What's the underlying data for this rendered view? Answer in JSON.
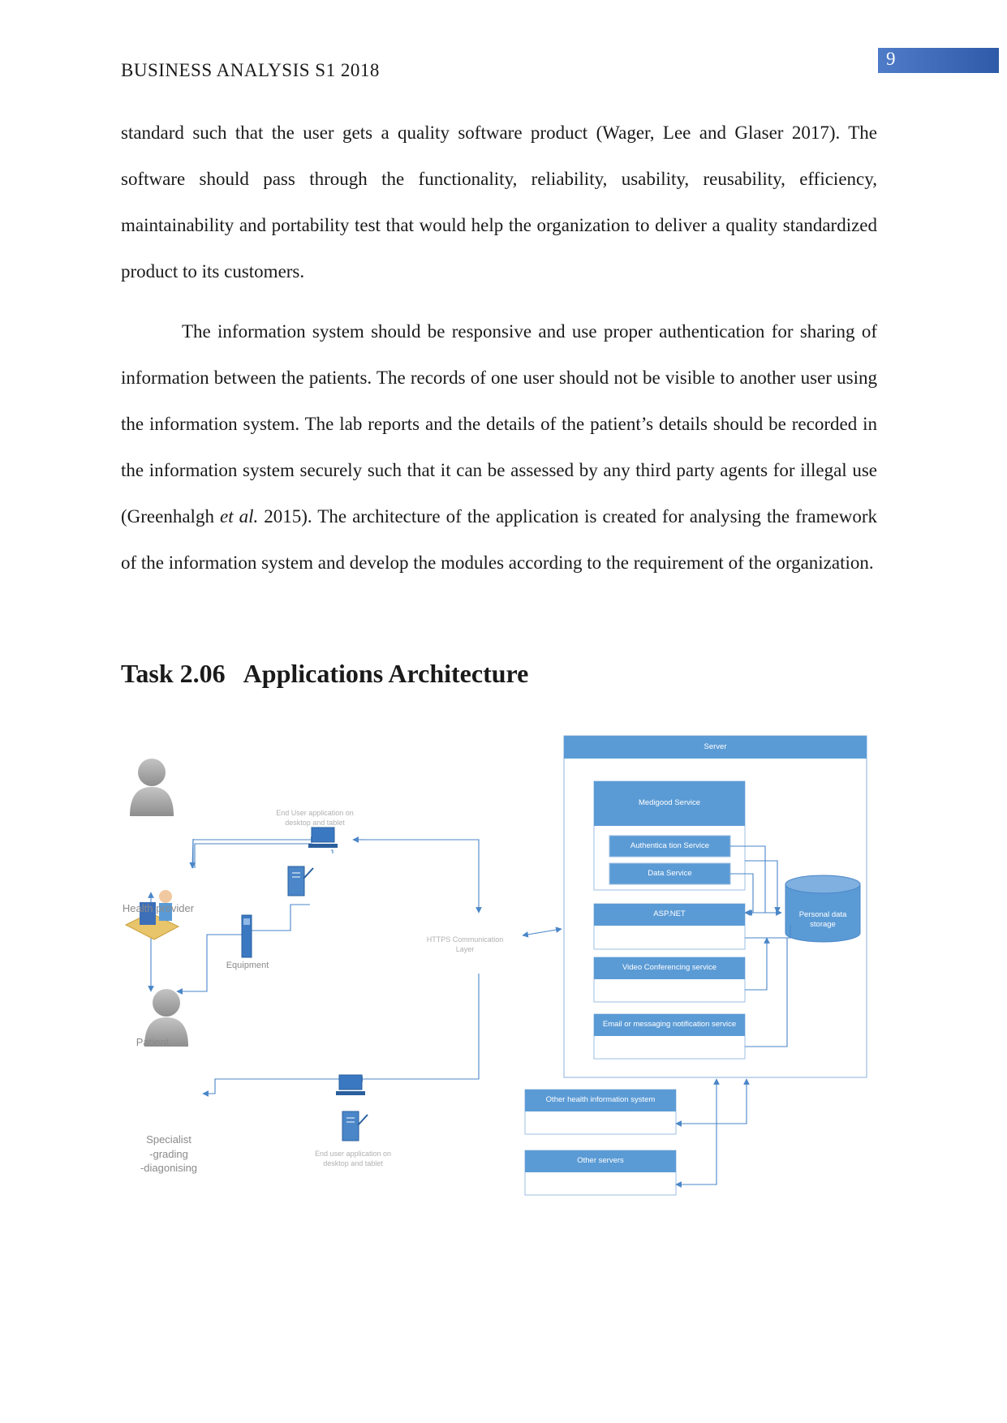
{
  "header": {
    "running_title": "BUSINESS ANALYSIS S1 2018",
    "page_number": "9"
  },
  "body": {
    "paragraph_1": "standard such that the user gets a quality software product (Wager, Lee and Glaser 2017). The software should pass through the functionality, reliability, usability, reusability, efficiency, maintainability and portability test that would help the organization to deliver a quality standardized product to its customers.",
    "paragraph_2_start": "The information system should be responsive and use proper authentication for sharing of information between the patients. The records of one user should not be visible to another user using the information system. The lab reports and the details of the patient’s details should be recorded in the information system securely such that it can be assessed by any third party agents for illegal use (Greenhalgh ",
    "paragraph_2_italic": "et al.",
    "paragraph_2_end": " 2015). The architecture of the application is created for analysing the framework of the information system and develop the modules according to the requirement of the organization."
  },
  "section": {
    "number": "Task 2.06",
    "title": "Applications Architecture"
  },
  "diagram": {
    "server_title": "Server",
    "medigood_service": "Medigood Service",
    "authentication_service": "Authentica tion Service",
    "data_service": "Data Service",
    "aspnet": "ASP.NET",
    "video_conferencing": "Video Conferencing service",
    "email_notification": "Email or messaging notification service",
    "personal_data_storage": "Personal data storage",
    "other_health_system": "Other health information system",
    "other_servers": "Other servers",
    "end_user_app_top": "End User application on desktop and tablet",
    "end_user_app_bottom": "End user application on desktop and tablet",
    "health_provider": "Health provider",
    "equipment": "Equipment",
    "patient": "Patient",
    "https_layer": "HTTPS Communication Layer",
    "specialist": "Specialist",
    "specialist_grading": "-grading",
    "specialist_diagnosing": "-diagonising"
  },
  "colors": {
    "accent_blue": "#5b9bd5",
    "arrow_blue": "#4a86c8",
    "header_bar": "#3f6fbf"
  }
}
